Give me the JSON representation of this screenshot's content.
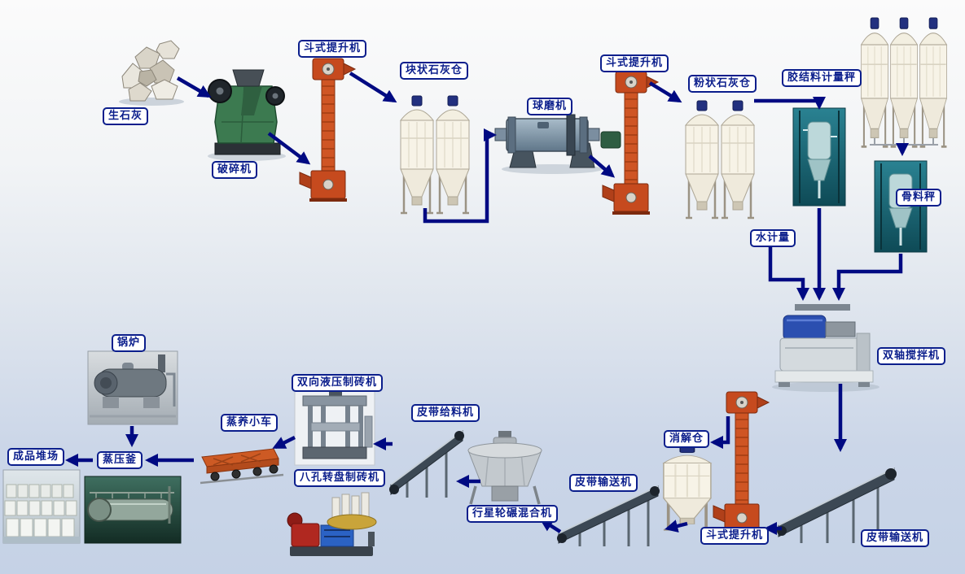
{
  "colors": {
    "arrow": "#000a82",
    "label_border": "#0b1e8c",
    "label_text": "#0b1e8c",
    "label_background": "#ffffff",
    "background_top": "#fbfbfb",
    "background_bottom": "#c5d2e6",
    "elevator_orange": "#cf5524",
    "silo_cream": "#f6f2e6",
    "scale_photo_teal": "#1f7a86",
    "mixer_motor_blue": "#2b4fb0"
  },
  "nodes": {
    "quicklime": {
      "label": "生石灰"
    },
    "crusher": {
      "label": "破碎机"
    },
    "bucket_elevator_1": {
      "label": "斗式提升机"
    },
    "lump_lime_silo": {
      "label": "块状石灰仓"
    },
    "ball_mill": {
      "label": "球磨机"
    },
    "bucket_elevator_2": {
      "label": "斗式提升机"
    },
    "powder_lime_silo": {
      "label": "粉状石灰仓"
    },
    "binder_scale": {
      "label": "胶结料计量秤"
    },
    "aggregate_scale": {
      "label": "骨料秤"
    },
    "water_meter": {
      "label": "水计量"
    },
    "twin_shaft_mixer": {
      "label": "双轴搅拌机"
    },
    "belt_conveyor_right": {
      "label": "皮带输送机"
    },
    "bucket_elevator_3": {
      "label": "斗式提升机"
    },
    "digestion_silo": {
      "label": "消解仓"
    },
    "belt_conveyor_mid": {
      "label": "皮带输送机"
    },
    "planetary_mixer": {
      "label": "行星轮碾混合机"
    },
    "belt_feeder": {
      "label": "皮带给料机"
    },
    "hydraulic_brick_machine": {
      "label": "双向液压制砖机"
    },
    "rotary_brick_machine": {
      "label": "八孔转盘制砖机"
    },
    "curing_trolley": {
      "label": "蒸养小车"
    },
    "autoclave": {
      "label": "蒸压釜"
    },
    "boiler": {
      "label": "锅炉"
    },
    "product_yard": {
      "label": "成品堆场"
    }
  }
}
